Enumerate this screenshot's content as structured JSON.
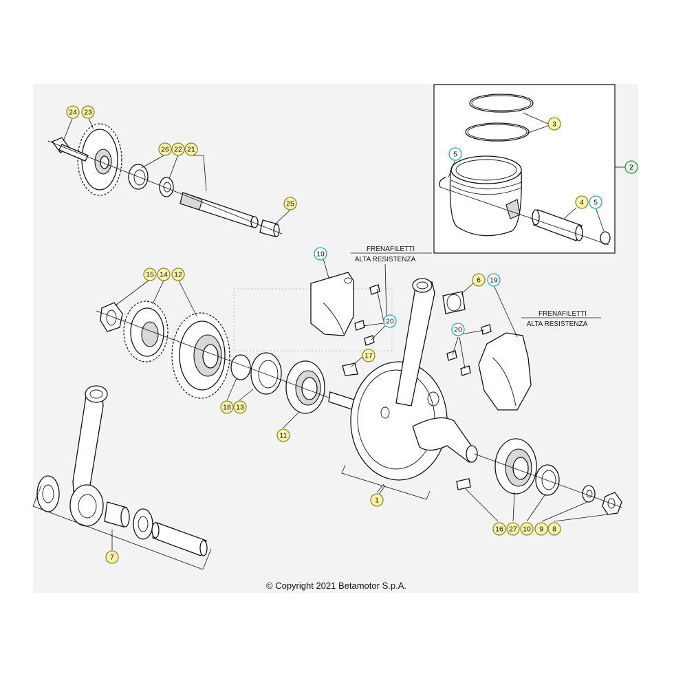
{
  "diagram": {
    "callouts": [
      {
        "id": "c24",
        "label": "24",
        "color": "yellow"
      },
      {
        "id": "c23",
        "label": "23",
        "color": "yellow"
      },
      {
        "id": "c26",
        "label": "26",
        "color": "yellow"
      },
      {
        "id": "c22",
        "label": "22",
        "color": "yellow"
      },
      {
        "id": "c21",
        "label": "21",
        "color": "yellow"
      },
      {
        "id": "c25",
        "label": "25",
        "color": "yellow"
      },
      {
        "id": "c3",
        "label": "3",
        "color": "yellow"
      },
      {
        "id": "c5a",
        "label": "5",
        "color": "cyan"
      },
      {
        "id": "c2",
        "label": "2",
        "color": "green"
      },
      {
        "id": "c4",
        "label": "4",
        "color": "yellow"
      },
      {
        "id": "c5b",
        "label": "5",
        "color": "cyan"
      },
      {
        "id": "c19a",
        "label": "19",
        "color": "cyan"
      },
      {
        "id": "c6",
        "label": "6",
        "color": "yellow"
      },
      {
        "id": "c19b",
        "label": "19",
        "color": "cyan"
      },
      {
        "id": "c15",
        "label": "15",
        "color": "yellow"
      },
      {
        "id": "c14",
        "label": "14",
        "color": "yellow"
      },
      {
        "id": "c12",
        "label": "12",
        "color": "yellow"
      },
      {
        "id": "c20a",
        "label": "20",
        "color": "cyan"
      },
      {
        "id": "c20b",
        "label": "20",
        "color": "cyan"
      },
      {
        "id": "c17",
        "label": "17",
        "color": "yellow"
      },
      {
        "id": "c18",
        "label": "18",
        "color": "yellow"
      },
      {
        "id": "c13",
        "label": "13",
        "color": "yellow"
      },
      {
        "id": "c11",
        "label": "11",
        "color": "yellow"
      },
      {
        "id": "c1",
        "label": "1",
        "color": "yellow"
      },
      {
        "id": "c7",
        "label": "7",
        "color": "yellow"
      },
      {
        "id": "c16",
        "label": "16",
        "color": "yellow"
      },
      {
        "id": "c27",
        "label": "27",
        "color": "yellow"
      },
      {
        "id": "c10",
        "label": "10",
        "color": "yellow"
      },
      {
        "id": "c9",
        "label": "9",
        "color": "yellow"
      },
      {
        "id": "c8",
        "label": "8",
        "color": "yellow"
      }
    ],
    "notes": {
      "note1_line1": "FRENAFILETTI",
      "note1_line2": "ALTA RESISTENZA",
      "note2_line1": "FRENAFILETTI",
      "note2_line2": "ALTA RESISTENZA"
    },
    "copyright": "© Copyright 2021 Betamotor S.p.A.",
    "colors": {
      "yellow_fill": "#fbf3b0",
      "yellow_stroke": "#8a8a2a",
      "cyan_fill": "#ffffff",
      "cyan_stroke": "#2aa7c9",
      "green_fill": "#e3f1e1",
      "green_stroke": "#3c8c46",
      "panel_bg": "#f3f3f3",
      "line": "#111111"
    }
  }
}
